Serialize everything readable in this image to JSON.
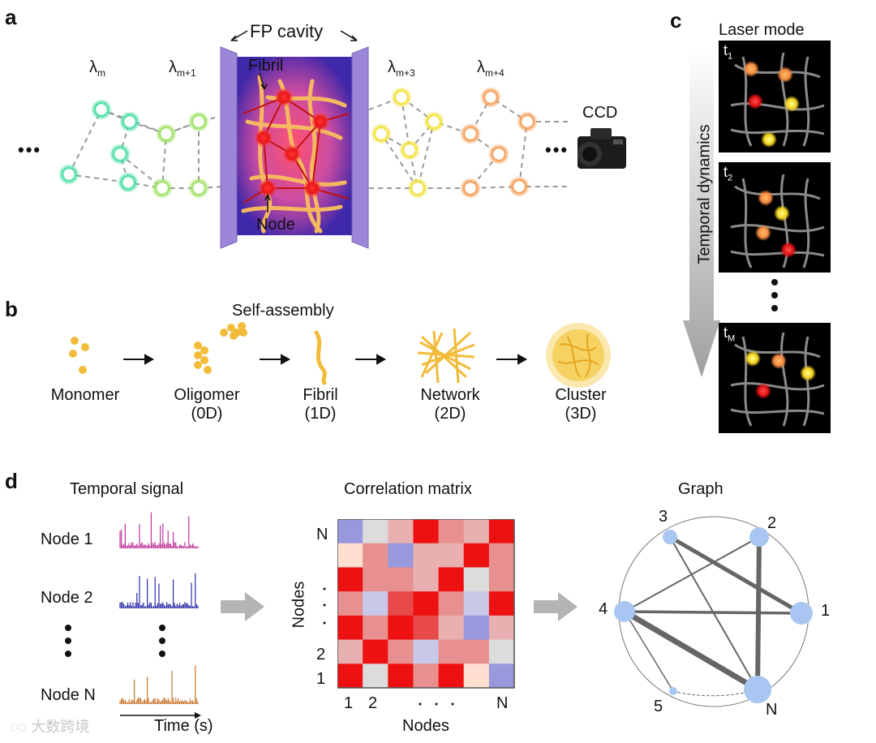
{
  "panels": {
    "a": "a",
    "b": "b",
    "c": "c",
    "d": "d"
  },
  "panel_a": {
    "fp_cavity": "FP cavity",
    "fibril": "Fibril",
    "node": "Node",
    "ccd": "CCD",
    "ellipsis": "•••",
    "lambda_labels": [
      {
        "sym": "λ",
        "sub": "m"
      },
      {
        "sym": "λ",
        "sub": "m+1"
      },
      {
        "sym": "λ",
        "sub": "m+3"
      },
      {
        "sym": "λ",
        "sub": "m+4"
      }
    ]
  },
  "panel_b": {
    "self_assembly": "Self-assembly",
    "stages": [
      {
        "name": "Monomer",
        "dim": ""
      },
      {
        "name": "Oligomer",
        "dim": "(0D)"
      },
      {
        "name": "Fibril",
        "dim": "(1D)"
      },
      {
        "name": "Network",
        "dim": "(2D)"
      },
      {
        "name": "Cluster",
        "dim": "(3D)"
      }
    ]
  },
  "panel_c": {
    "title": "Laser mode",
    "axis": "Temporal dynamics",
    "frames": [
      {
        "t": "t",
        "sub": "1"
      },
      {
        "t": "t",
        "sub": "2"
      },
      {
        "t": "t",
        "sub": "M"
      }
    ]
  },
  "panel_d": {
    "temporal_signal": "Temporal signal",
    "nodes": [
      "Node 1",
      "Node 2",
      "Node N"
    ],
    "time_axis": "Time (s)",
    "correlation_matrix": "Correlation matrix",
    "nodes_axis": "Nodes",
    "x_ticks": [
      "1",
      "2",
      "N"
    ],
    "y_ticks": [
      "N",
      "2",
      "1"
    ],
    "graph": "Graph",
    "graph_labels": [
      "1",
      "2",
      "3",
      "4",
      "5",
      "N"
    ]
  },
  "watermark": "大数跨境",
  "colors": {
    "node_red": "#e82020",
    "fibril_orange": "#f5b860",
    "cavity_purple": "#9b86d8",
    "green_mode": "#3fdc9e",
    "yellow_mode": "#f0e030",
    "orange_mode": "#f59a50",
    "graph_node": "#a9c6f2",
    "matrix_red": "#ee1111",
    "matrix_blue": "#8888dd"
  }
}
